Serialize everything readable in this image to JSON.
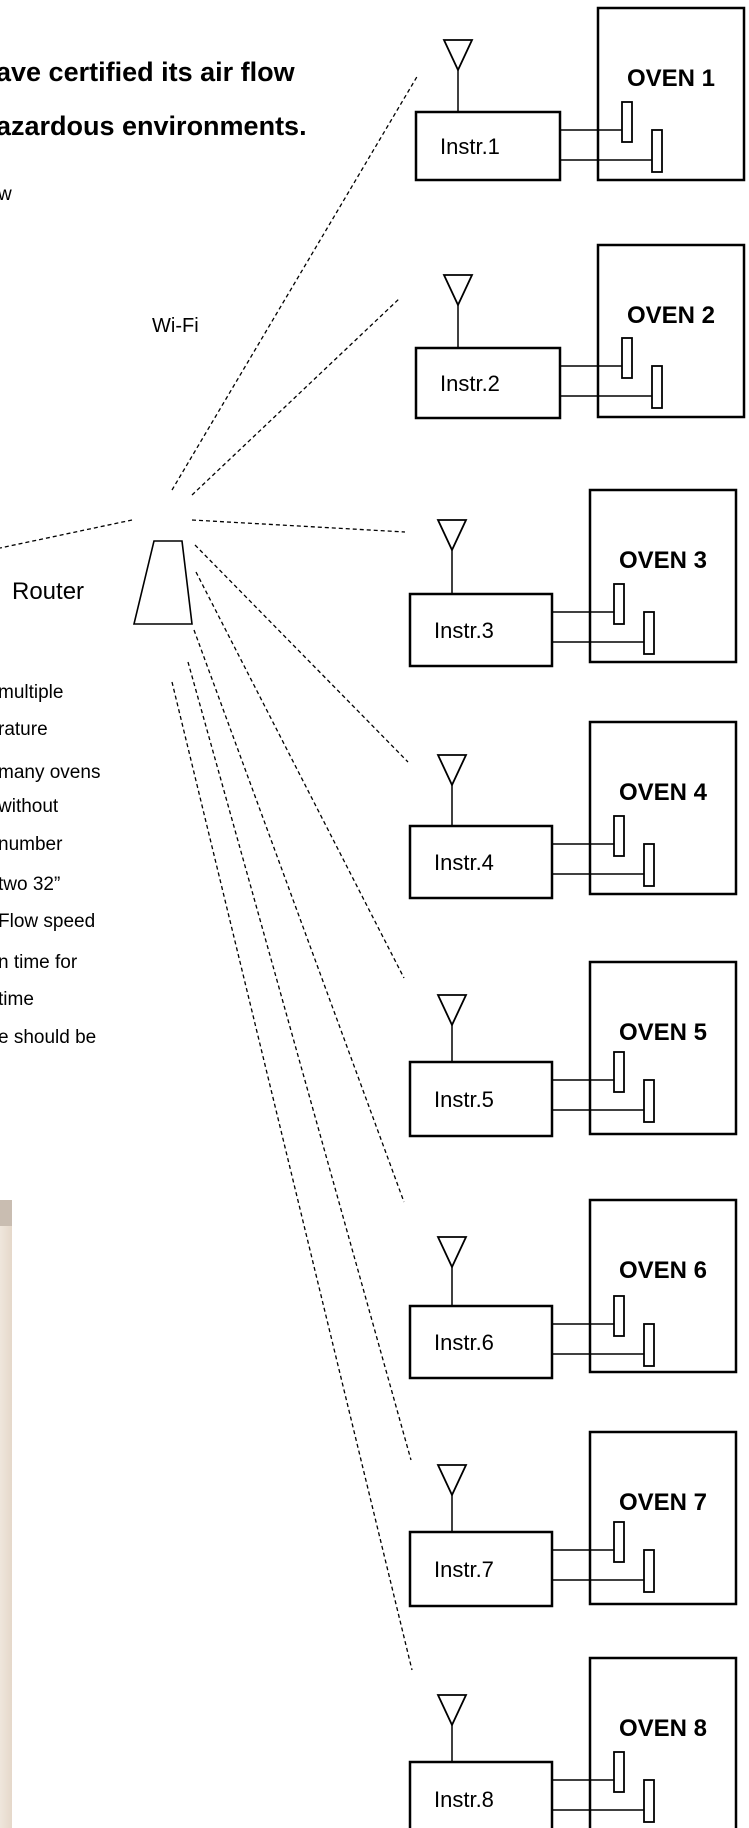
{
  "heading": {
    "line1": "ave certified its air flow",
    "line2": "azardous environments."
  },
  "fragment_top": "w",
  "wifi_label": "Wi-Fi",
  "router_label": "Router",
  "body_lines": [
    "multiple",
    "rature",
    "many ovens",
    "without",
    "number",
    "two 32”",
    "Flow speed",
    "n time for",
    "time",
    "e should be"
  ],
  "ovens": [
    {
      "oven_label": "OVEN 1",
      "instr_label": "Instr.1"
    },
    {
      "oven_label": "OVEN 2",
      "instr_label": "Instr.2"
    },
    {
      "oven_label": "OVEN 3",
      "instr_label": "Instr.3"
    },
    {
      "oven_label": "OVEN 4",
      "instr_label": "Instr.4"
    },
    {
      "oven_label": "OVEN 5",
      "instr_label": "Instr.5"
    },
    {
      "oven_label": "OVEN 6",
      "instr_label": "Instr.6"
    },
    {
      "oven_label": "OVEN 7",
      "instr_label": "Instr.7"
    },
    {
      "oven_label": "OVEN 8",
      "instr_label": "Instr.8"
    }
  ]
}
